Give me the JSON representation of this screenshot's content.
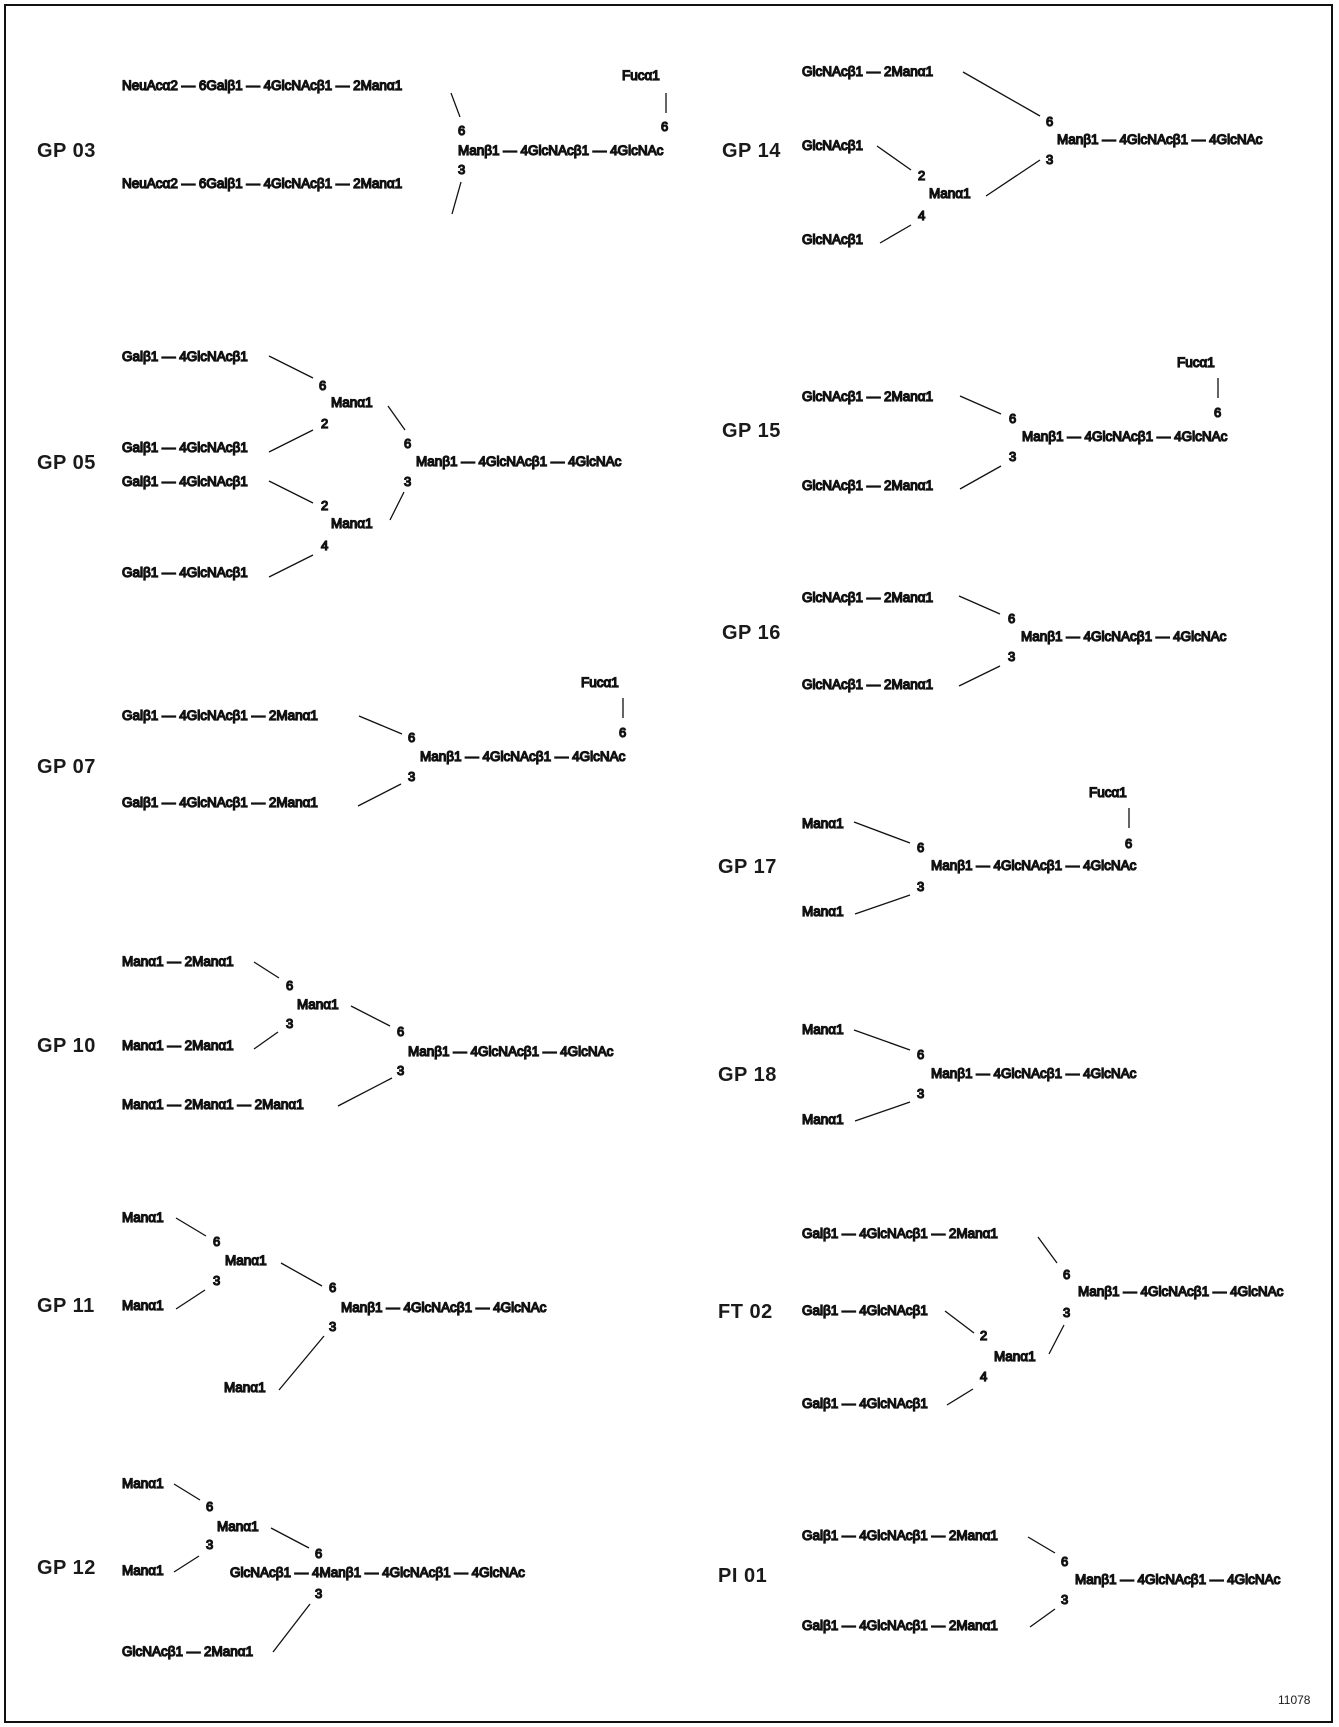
{
  "labels": {
    "gp03": "GP 03",
    "gp05": "GP 05",
    "gp07": "GP 07",
    "gp10": "GP 10",
    "gp11": "GP 11",
    "gp12": "GP 12",
    "gp14": "GP 14",
    "gp15": "GP 15",
    "gp16": "GP 16",
    "gp17": "GP 17",
    "gp18": "GP 18",
    "ft02": "FT 02",
    "pi01": "PI 01"
  },
  "figure_code": "11078",
  "structures": {
    "gp03": {
      "arm_upper": "NeuAcα2 — 6Galβ1 — 4GlcNAcβ1 — 2Manα1",
      "arm_lower": "NeuAcα2 — 6Galβ1 — 4GlcNAcβ1 — 2Manα1",
      "core": "Manβ1 — 4GlcNAcβ1 — 4GlcNAc",
      "fuc": "Fucα1",
      "link_6": "6",
      "link_3": "3",
      "fuc_link": "6"
    },
    "gp05": {
      "arm1": "Galβ1 — 4GlcNAcβ1",
      "arm2": "Galβ1 — 4GlcNAcβ1",
      "arm3": "Galβ1 — 4GlcNAcβ1",
      "arm4": "Galβ1 — 4GlcNAcβ1",
      "man_upper": "Manα1",
      "man_lower": "Manα1",
      "core": "Manβ1 — 4GlcNAcβ1 — 4GlcNAc",
      "l6a": "6",
      "l2a": "2",
      "l6b": "6",
      "l3b": "3",
      "l2c": "2",
      "l4c": "4"
    },
    "gp07": {
      "arm_upper": "Galβ1 — 4GlcNAcβ1 — 2Manα1",
      "arm_lower": "Galβ1 — 4GlcNAcβ1 — 2Manα1",
      "core": "Manβ1 — 4GlcNAcβ1 — 4GlcNAc",
      "fuc": "Fucα1",
      "link_6": "6",
      "link_3": "3",
      "fuc_link": "6"
    },
    "gp10": {
      "arm1": "Manα1 — 2Manα1",
      "arm2": "Manα1 — 2Manα1",
      "arm3": "Manα1 — 2Manα1 — 2Manα1",
      "man_mid": "Manα1",
      "core": "Manβ1 — 4GlcNAcβ1 — 4GlcNAc",
      "l6a": "6",
      "l3a": "3",
      "l6b": "6",
      "l3b": "3"
    },
    "gp11": {
      "arm1": "Manα1",
      "arm2": "Manα1",
      "man_mid": "Manα1",
      "arm3": "Manα1",
      "core": "Manβ1 — 4GlcNAcβ1 — 4GlcNAc",
      "l6a": "6",
      "l3a": "3",
      "l6b": "6",
      "l3b": "3"
    },
    "gp12": {
      "arm1": "Manα1",
      "arm2": "Manα1",
      "man_mid": "Manα1",
      "arm3": "GlcNAcβ1 — 2Manα1",
      "core": "GlcNAcβ1 — 4Manβ1 — 4GlcNAcβ1 — 4GlcNAc",
      "l6a": "6",
      "l3a": "3",
      "l6b": "6",
      "l3b": "3"
    },
    "gp14": {
      "arm_upper": "GlcNAcβ1 — 2Manα1",
      "arm_mid": "GlcNAcβ1",
      "arm_low": "GlcNAcβ1",
      "man_lower": "Manα1",
      "core": "Manβ1 — 4GlcNAcβ1 — 4GlcNAc",
      "l6": "6",
      "l3": "3",
      "l2": "2",
      "l4": "4"
    },
    "gp15": {
      "arm_upper": "GlcNAcβ1 — 2Manα1",
      "arm_lower": "GlcNAcβ1 — 2Manα1",
      "core": "Manβ1 — 4GlcNAcβ1 — 4GlcNAc",
      "fuc": "Fucα1",
      "link_6": "6",
      "link_3": "3",
      "fuc_link": "6"
    },
    "gp16": {
      "arm_upper": "GlcNAcβ1 — 2Manα1",
      "arm_lower": "GlcNAcβ1 — 2Manα1",
      "core": "Manβ1 — 4GlcNAcβ1 — 4GlcNAc",
      "link_6": "6",
      "link_3": "3"
    },
    "gp17": {
      "arm_upper": "Manα1",
      "arm_lower": "Manα1",
      "core": "Manβ1 — 4GlcNAcβ1 — 4GlcNAc",
      "fuc": "Fucα1",
      "link_6": "6",
      "link_3": "3",
      "fuc_link": "6"
    },
    "gp18": {
      "arm_upper": "Manα1",
      "arm_lower": "Manα1",
      "core": "Manβ1 — 4GlcNAcβ1 — 4GlcNAc",
      "link_6": "6",
      "link_3": "3"
    },
    "ft02": {
      "arm_upper": "Galβ1 — 4GlcNAcβ1 — 2Manα1",
      "arm_mid": "Galβ1 — 4GlcNAcβ1",
      "arm_low": "Galβ1 — 4GlcNAcβ1",
      "man_lower": "Manα1",
      "core": "Manβ1 — 4GlcNAcβ1 — 4GlcNAc",
      "l6": "6",
      "l3": "3",
      "l2": "2",
      "l4": "4"
    },
    "pi01": {
      "arm_upper": "Galβ1 — 4GlcNAcβ1 — 2Manα1",
      "arm_lower": "Galβ1 — 4GlcNAcβ1 — 2Manα1",
      "core": "Manβ1 — 4GlcNAcβ1 — 4GlcNAc",
      "link_6": "6",
      "link_3": "3"
    }
  }
}
